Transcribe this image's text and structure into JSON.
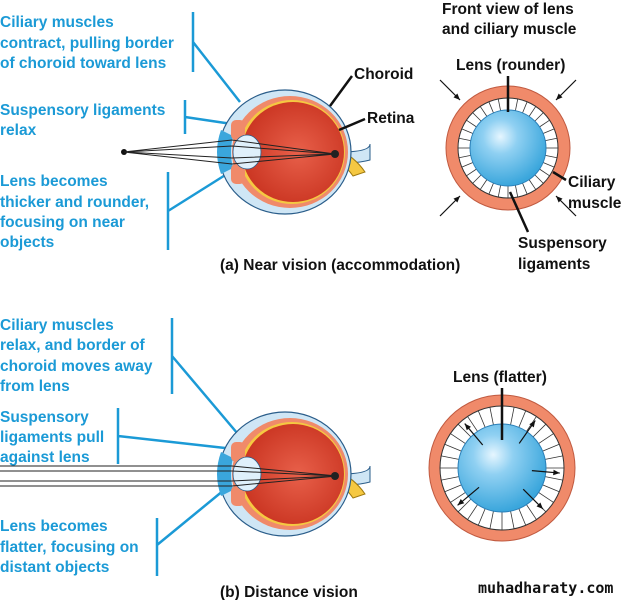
{
  "near": {
    "ciliary_text": [
      "Ciliary muscles",
      "contract, pulling border",
      "of choroid toward lens"
    ],
    "ligament_text": [
      "Suspensory ligaments",
      "relax"
    ],
    "lens_text": [
      "Lens becomes",
      "thicker and rounder,",
      "focusing on near",
      "objects"
    ],
    "choroid_label": "Choroid",
    "retina_label": "Retina",
    "caption": "(a) Near vision (accommodation)",
    "front_view_title": [
      "Front view of lens",
      "and ciliary muscle"
    ],
    "lens_label": "Lens (rounder)",
    "ciliary_label": [
      "Ciliary",
      "muscle"
    ],
    "suspensory_label": [
      "Suspensory",
      "ligaments"
    ]
  },
  "distance": {
    "ciliary_text": [
      "Ciliary muscles",
      "relax, and border of",
      "choroid moves away",
      "from lens"
    ],
    "ligament_text": [
      "Suspensory",
      "ligaments pull",
      "against lens"
    ],
    "lens_text": [
      "Lens becomes",
      "flatter, focusing on",
      "distant objects"
    ],
    "caption": "(b) Distance vision",
    "lens_label": "Lens (flatter)"
  },
  "watermark": "muhadharaty.com",
  "colors": {
    "annotation": "#1b9ad6",
    "choroid": "#f08a6a",
    "eyeball": "#d9402a",
    "lens": "#7ec8ee",
    "sclera": "#cfe6f5",
    "retina": "#f5c842"
  }
}
